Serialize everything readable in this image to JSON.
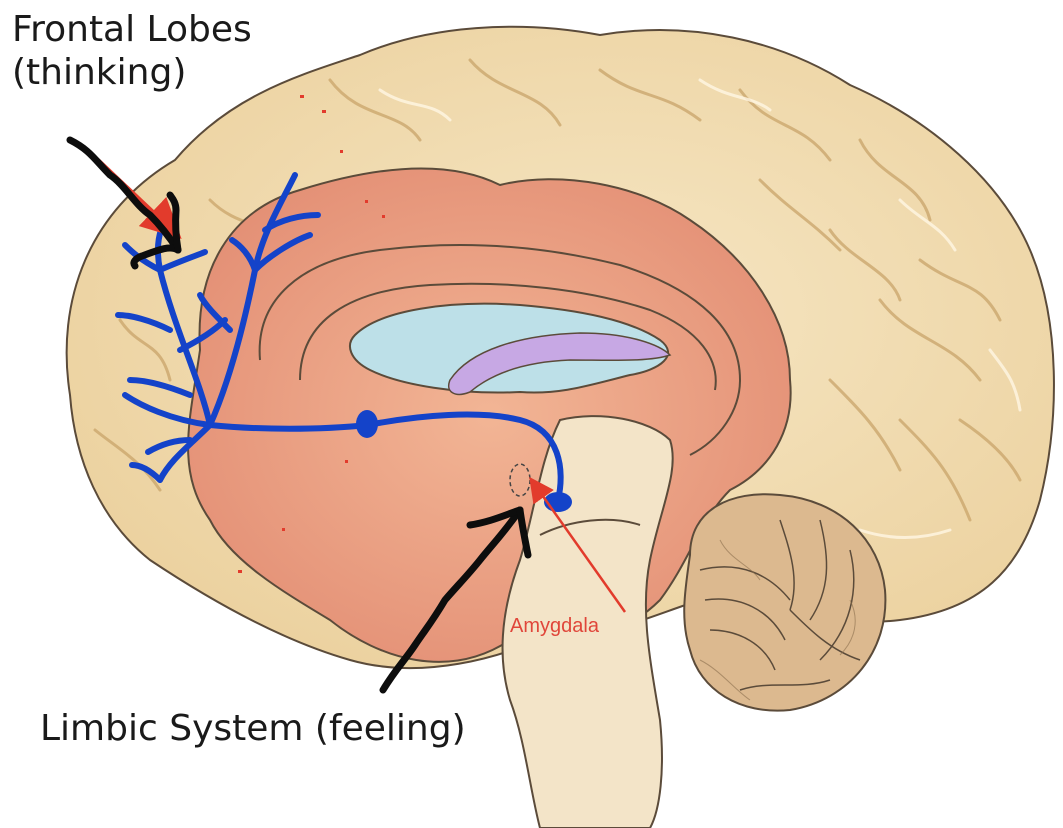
{
  "labels": {
    "frontal_title": "Frontal Lobes",
    "frontal_sub": "(thinking)",
    "limbic": "Limbic System (feeling)",
    "amygdala": "Amygdala"
  },
  "colors": {
    "background": "#ffffff",
    "cortex": "#f1ddb3",
    "cortex_fold": "#e4bd7f",
    "limbic_region": "#ec9b80",
    "ventricle": "#bde0e8",
    "fornix": "#c7a8e4",
    "cerebellum": "#dcb98f",
    "brainstem": "#f3e4c8",
    "nerve_pathway": "#1443c9",
    "pointer_arrow": "#e23b2c",
    "hand_drawn_arrow": "#0d0d0d",
    "outline": "#5b4b3a"
  }
}
